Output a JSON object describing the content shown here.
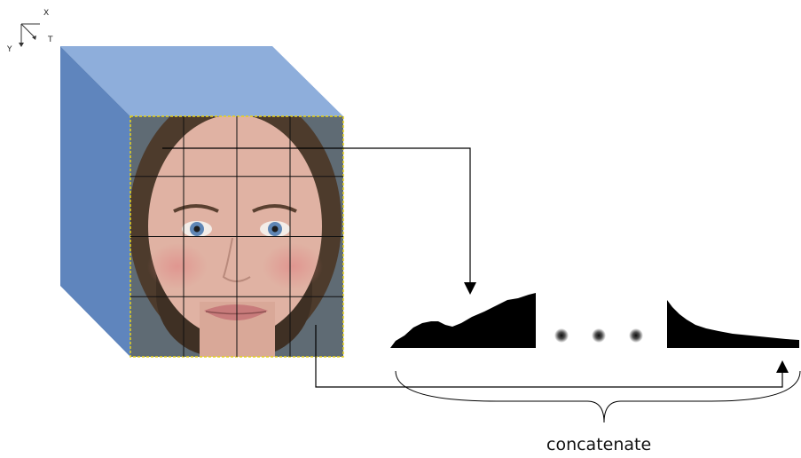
{
  "axes": {
    "x": "X",
    "y": "Y",
    "t": "T"
  },
  "grid": {
    "rows": 4,
    "cols": 4
  },
  "colors": {
    "cube_top": "#8eaedb",
    "cube_side": "#5f85bd",
    "face_background": "#5f6b74",
    "skin": "#e0b2a3",
    "hair": "#4d3b2c",
    "grid_line": "#111111",
    "selection_border": "#e6d21a",
    "histogram": "#000000"
  },
  "icons": {
    "ellipsis": "blurred-dot-ellipsis"
  },
  "caption": "concatenate"
}
